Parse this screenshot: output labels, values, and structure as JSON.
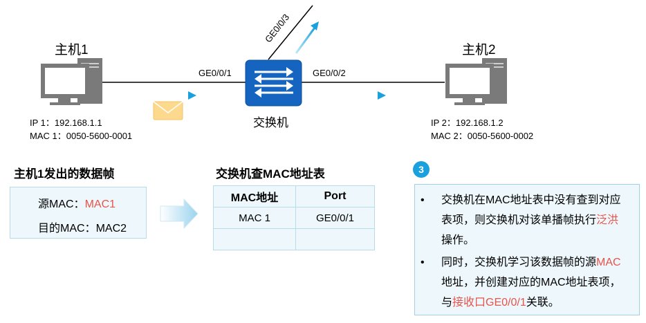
{
  "host1": {
    "title": "主机1",
    "ip": "IP 1：192.168.1.1",
    "mac": "MAC 1：0050-5600-0001"
  },
  "host2": {
    "title": "主机2",
    "ip": "IP 2：192.168.1.2",
    "mac": "MAC 2：0050-5600-0002"
  },
  "switch": {
    "label": "交换机",
    "port_left": "GE0/0/1",
    "port_right": "GE0/0/2",
    "port_up": "GE0/0/3"
  },
  "frame": {
    "title": "主机1发出的数据帧",
    "src_label": "源MAC：",
    "src_value": "MAC1",
    "dst_label": "目的MAC：",
    "dst_value": "MAC2"
  },
  "mac_table": {
    "title": "交换机查MAC地址表",
    "headers": [
      "MAC地址",
      "Port"
    ],
    "rows": [
      [
        "MAC 1",
        "GE0/0/1"
      ],
      [
        "",
        ""
      ]
    ]
  },
  "note": {
    "step": "3",
    "b1_part1": "交换机在MAC地址表中没有查到对应表项，则交换机对该单播帧执行",
    "b1_hl": "泛洪",
    "b1_part2": "操作。",
    "b2_part1": "同时，交换机学习该数据帧的源",
    "b2_hl1": "MAC",
    "b2_part2": "地址，并创建对应的MAC地址表项，与",
    "b2_hl2": "接收口GE0/0/1",
    "b2_part3": "关联。"
  },
  "colors": {
    "accent": "#1aa0dc",
    "highlight": "#e8534a",
    "switch_blue": "#1565c0",
    "pc_gray": "#7a7a7a"
  }
}
